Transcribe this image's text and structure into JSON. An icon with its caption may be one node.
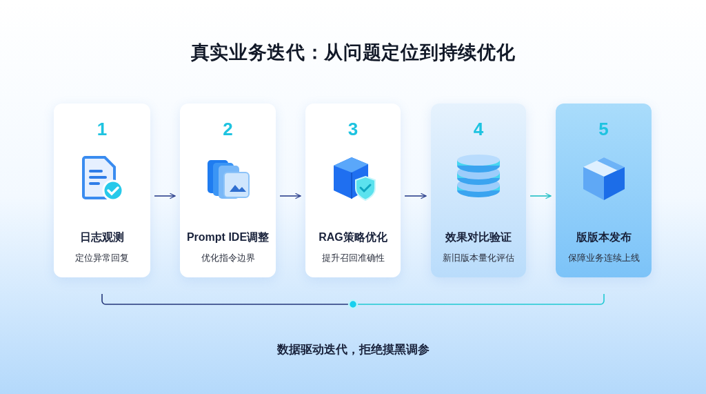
{
  "diagram": {
    "title": "真实业务迭代：从问题定位到持续优化",
    "nodes": [
      {
        "text": [
          "1",
          "日志观测",
          "定位异常回复"
        ]
      },
      {
        "text": [
          "2",
          "Prompt IDE调整",
          "优化指令边界"
        ]
      },
      {
        "text": [
          "3",
          "RAG策略优化",
          "提升召回准确性"
        ]
      },
      {
        "text": [
          "4",
          "效果对比验证",
          "新旧版本量化评估"
        ]
      },
      {
        "text": [
          "5",
          "版版本发布",
          "保障业务连续上线"
        ]
      }
    ],
    "edges": [
      {
        "from": 0,
        "to": 1,
        "arrow": "to"
      },
      {
        "from": 1,
        "to": 2,
        "arrow": "to"
      },
      {
        "from": 2,
        "to": 3,
        "arrow": "to"
      },
      {
        "from": 3,
        "to": 4,
        "arrow": "to",
        "color": "#1fbfc4"
      }
    ],
    "caption": "数据驱动迭代，拒绝摸黑调参"
  }
}
